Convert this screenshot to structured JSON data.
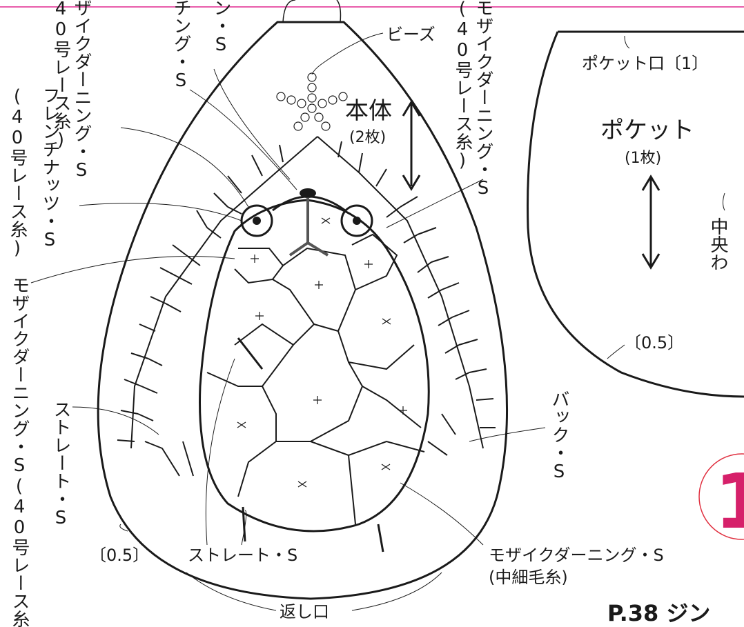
{
  "body_piece": {
    "title": "本体",
    "count": "(2枚)"
  },
  "pocket_piece": {
    "title": "ポケット",
    "count": "(1枚)",
    "opening": "ポケット口〔1〕",
    "center_fold": "中央わ",
    "allowance": "〔0.5〕"
  },
  "labels": {
    "beads": "ビーズ",
    "allowance_left": "〔0.5〕",
    "return_opening": "返し口",
    "straight_s_bottom": "ストレート・S",
    "mosaic_bottom_1": "モザイクダーニング・S",
    "mosaic_bottom_2": "(中細毛糸)",
    "back_s": "バック・S",
    "straight_s_left": "ストレート・S",
    "mosaic_left": "モザイクダーニング・S(40号レース糸)",
    "french_knot": "フレンチナッツ・S",
    "french_knot_thread": "(40号レース糸)",
    "mosaic_top_left": "ザイクダーニング・S",
    "mosaic_top_left_thread": "40号レース糸)",
    "chain_s_top": "ン・S",
    "chain_s_top2": "チング・S",
    "mosaic_top_right": "モザイクダーニング・S",
    "mosaic_top_right_thread": "(40号レース糸)"
  },
  "page_ref": "P.38 ジン",
  "badge_number": "1",
  "colors": {
    "ink": "#1a1a1a",
    "accent_line": "#e0278f",
    "badge_outline": "#e03040",
    "badge_fill": "#d6206a"
  }
}
